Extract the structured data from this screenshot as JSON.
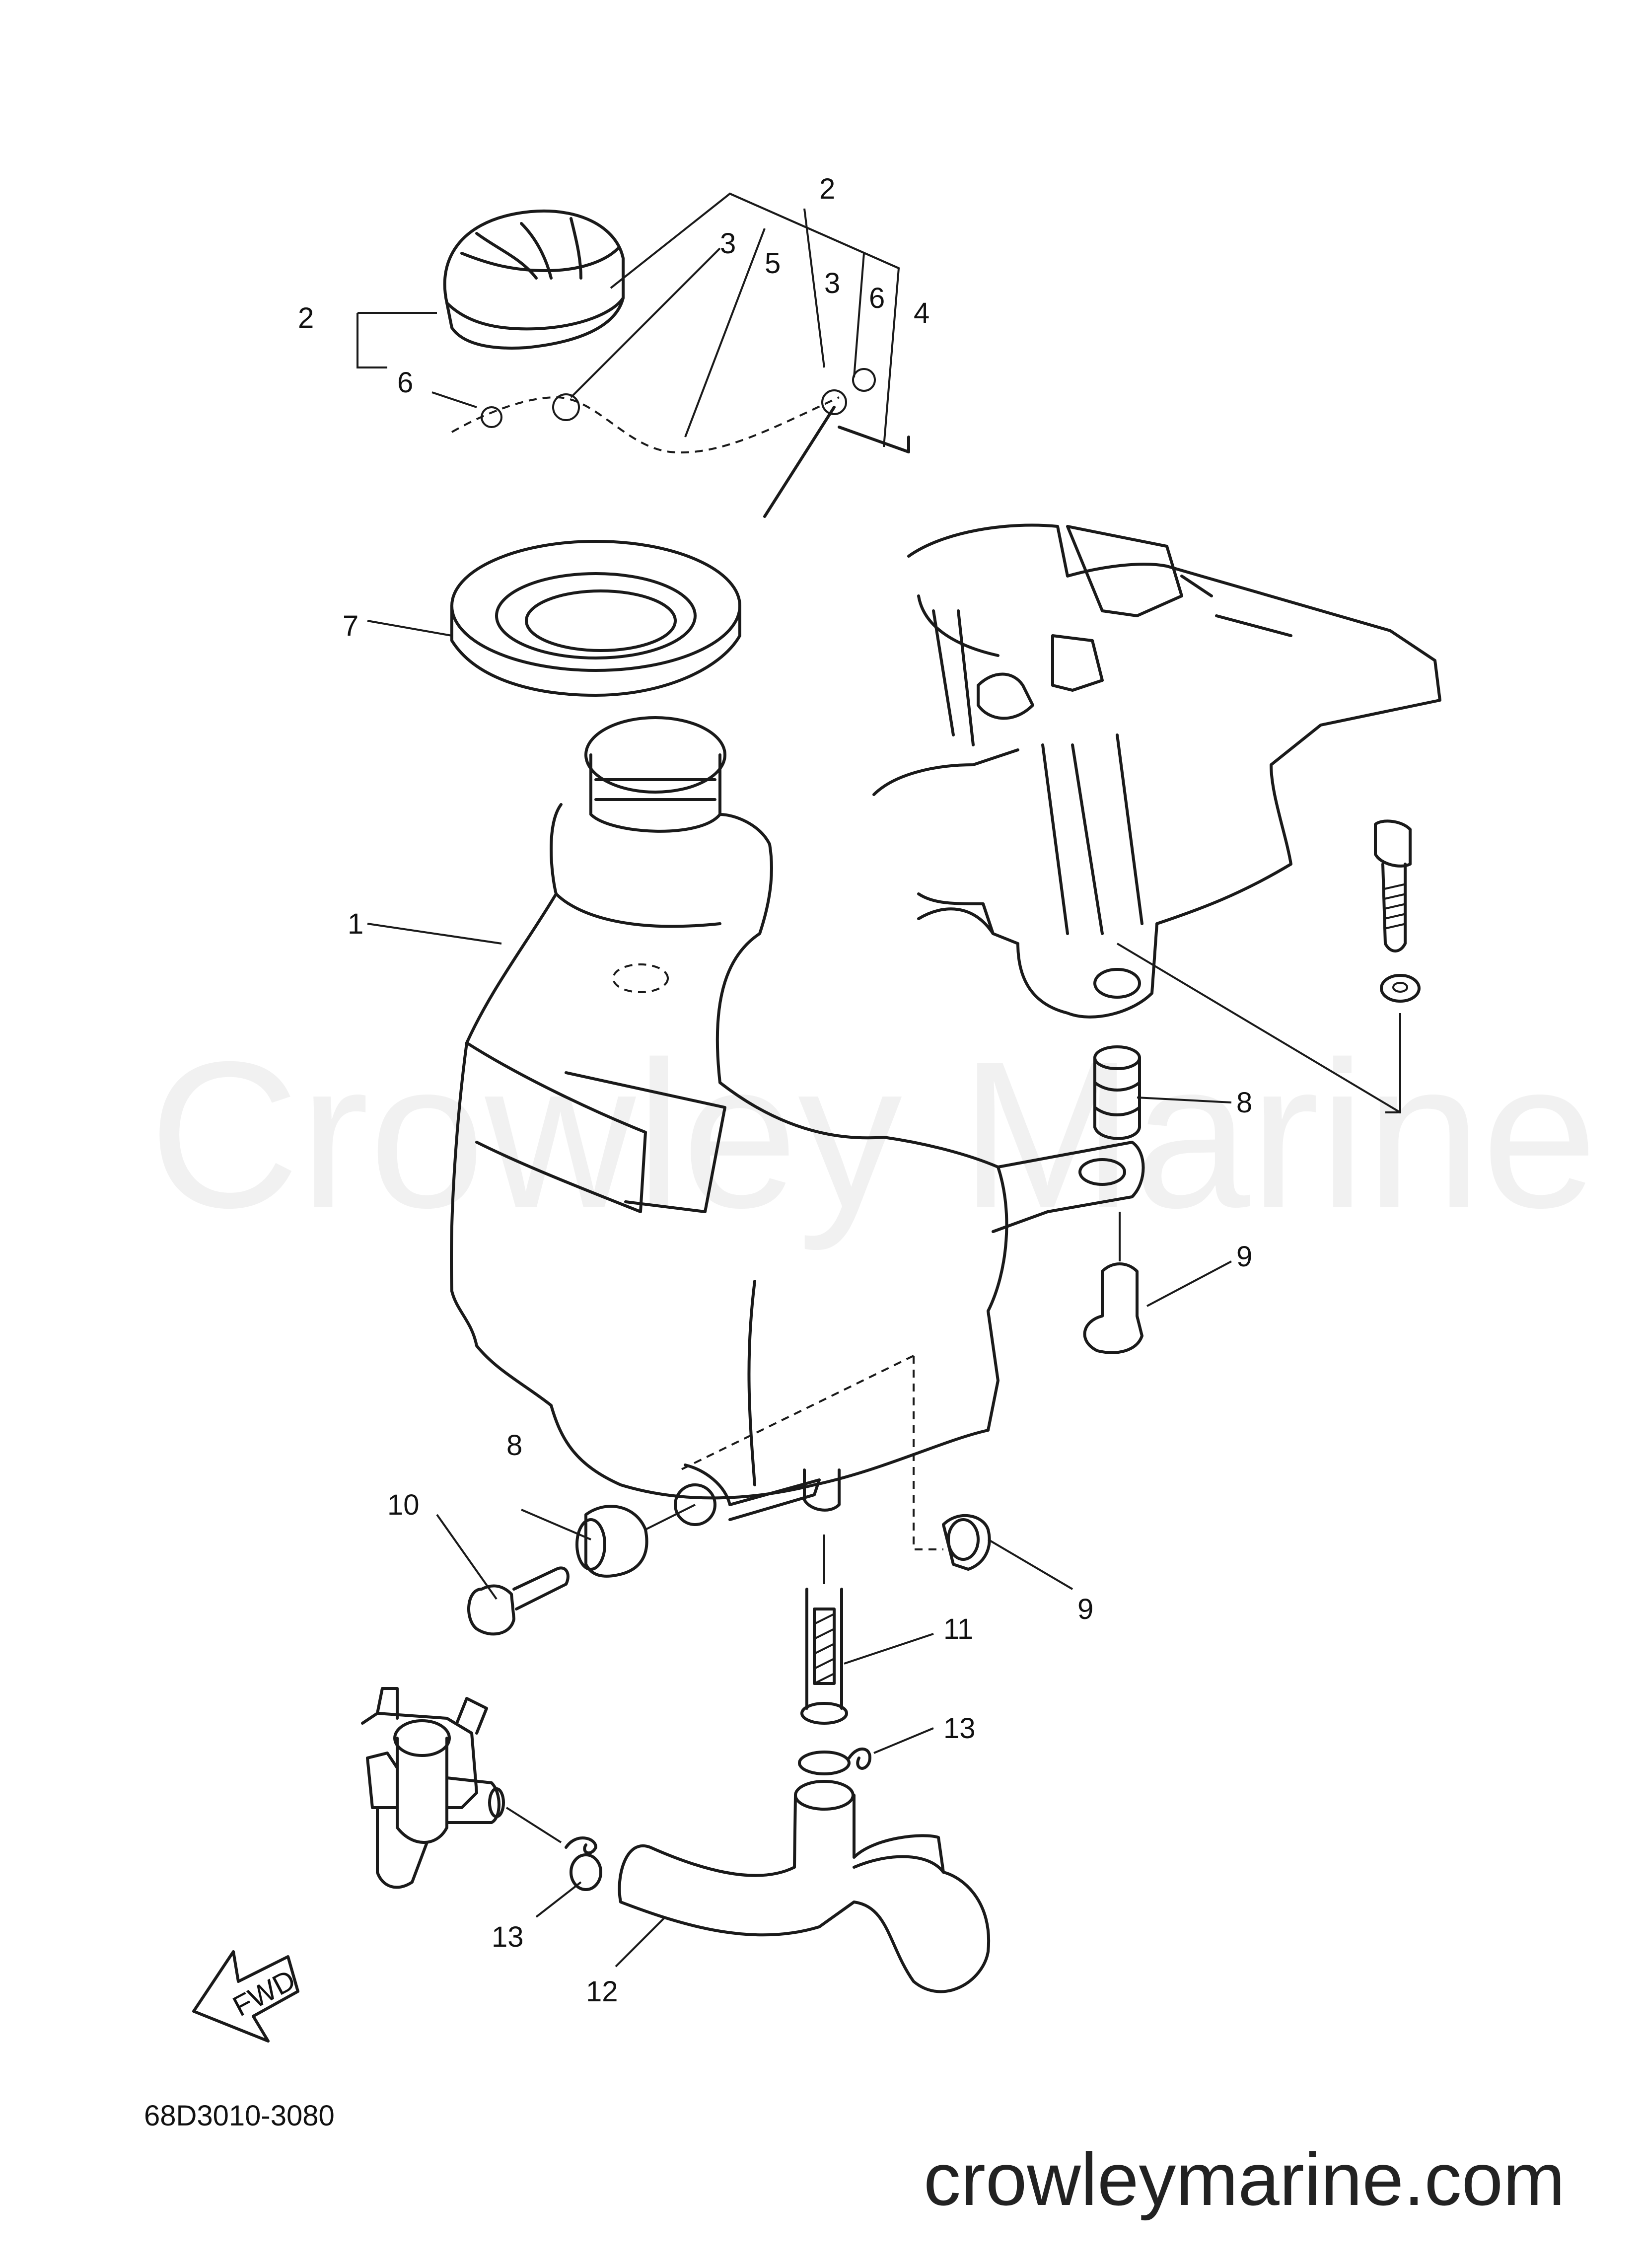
{
  "watermark": "Crowley Marine",
  "footer": {
    "diagram_code": "68D3010-3080",
    "website": "crowleymarine.com"
  },
  "fwd_label": "FWD",
  "callouts": {
    "c1": "1",
    "c2a": "2",
    "c2b": "2",
    "c3a": "3",
    "c3b": "3",
    "c4": "4",
    "c5": "5",
    "c6a": "6",
    "c6b": "6",
    "c7": "7",
    "c8a": "8",
    "c8b": "8",
    "c9a": "9",
    "c9b": "9",
    "c10": "10",
    "c11": "11",
    "c12": "12",
    "c13a": "13",
    "c13b": "13"
  }
}
